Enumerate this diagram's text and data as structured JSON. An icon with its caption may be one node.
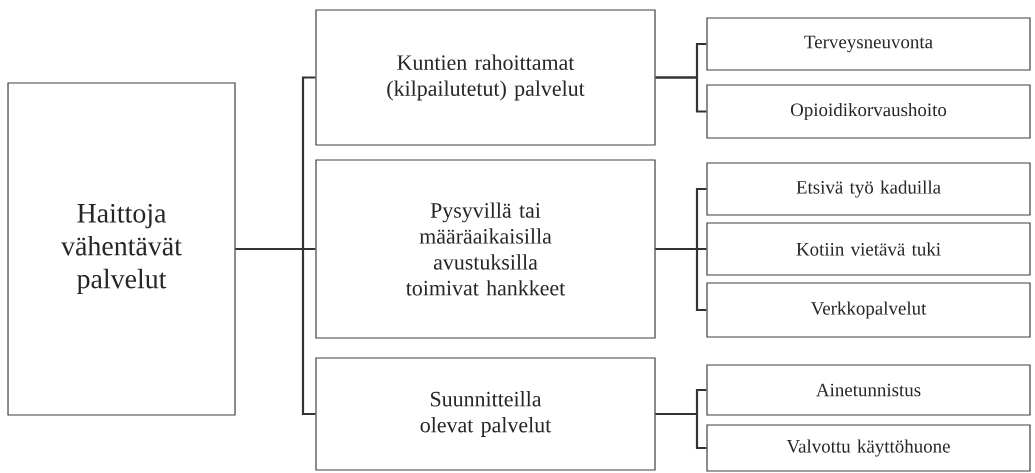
{
  "diagram": {
    "nodes": [
      {
        "text": [
          "Haittoja vähentävät palvelut"
        ]
      },
      {
        "text": [
          "Kuntien rahoittamat (kilpailutetut) palvelut"
        ]
      },
      {
        "text": [
          "Pysyvillä tai määräaikaisilla avustuksilla toimivat hankkeet"
        ]
      },
      {
        "text": [
          "Suunnitteilla olevat palvelut"
        ]
      },
      {
        "text": [
          "Terveysneuvonta"
        ]
      },
      {
        "text": [
          "Opioidikorvaushoito"
        ]
      },
      {
        "text": [
          "Etsivä työ kaduilla"
        ]
      },
      {
        "text": [
          "Kotiin vietävä tuki"
        ]
      },
      {
        "text": [
          "Verkkopalvelut"
        ]
      },
      {
        "text": [
          "Ainetunnistus"
        ]
      },
      {
        "text": [
          "Valvottu käyttöhuone"
        ]
      }
    ],
    "edges": [
      {
        "from": 0,
        "to": 1,
        "arrow": "none"
      },
      {
        "from": 0,
        "to": 2,
        "arrow": "none"
      },
      {
        "from": 0,
        "to": 3,
        "arrow": "none"
      },
      {
        "from": 1,
        "to": 4,
        "arrow": "none"
      },
      {
        "from": 1,
        "to": 5,
        "arrow": "none"
      },
      {
        "from": 2,
        "to": 6,
        "arrow": "none"
      },
      {
        "from": 2,
        "to": 7,
        "arrow": "none"
      },
      {
        "from": 2,
        "to": 8,
        "arrow": "none"
      },
      {
        "from": 3,
        "to": 9,
        "arrow": "none"
      },
      {
        "from": 3,
        "to": 10,
        "arrow": "none"
      }
    ]
  }
}
